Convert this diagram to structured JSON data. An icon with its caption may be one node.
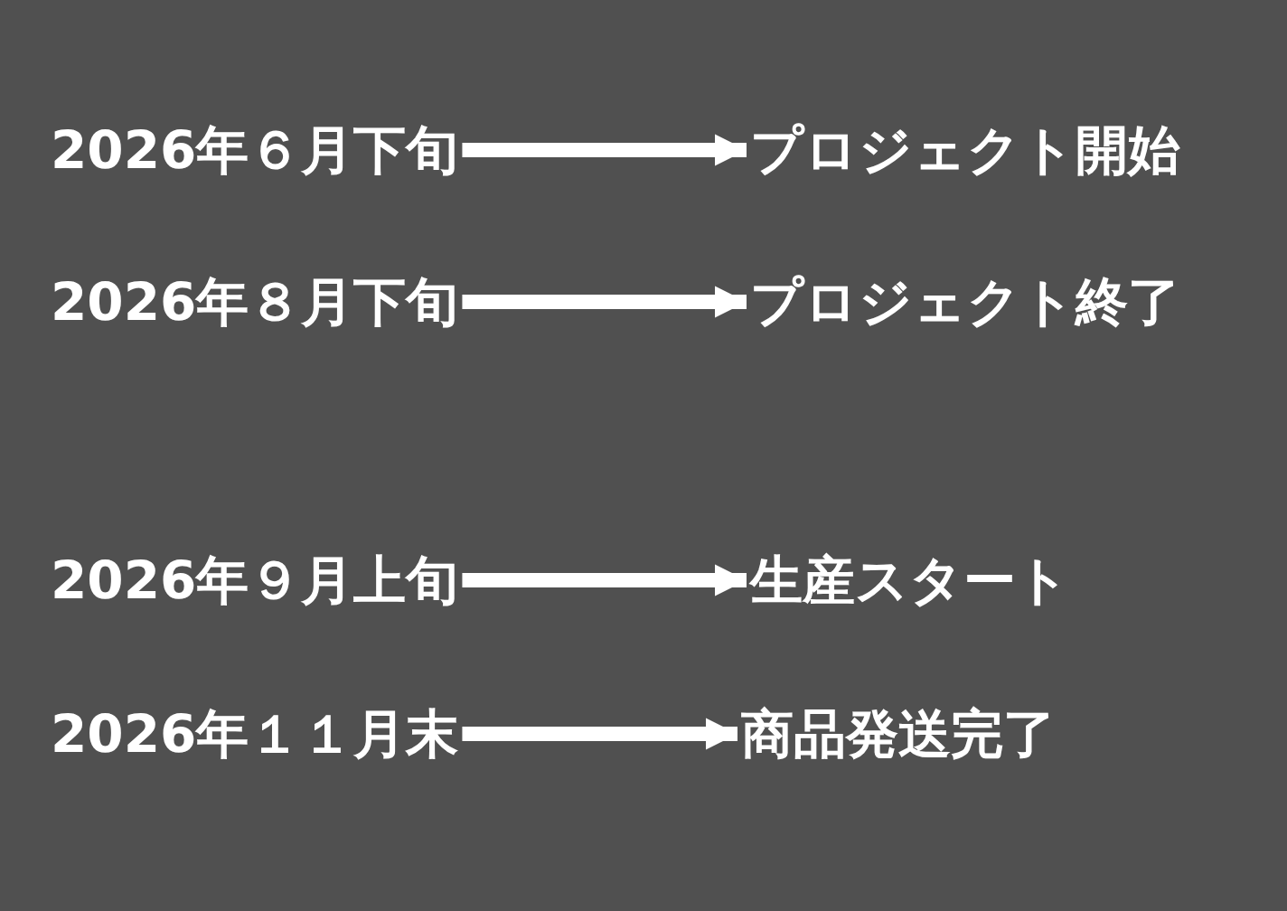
{
  "diagram": {
    "nodes": [
      {
        "text": [
          "2026年６月下旬"
        ]
      },
      {
        "text": [
          "プロジェクト開始"
        ]
      },
      {
        "text": [
          "2026年８月下旬"
        ]
      },
      {
        "text": [
          "プロジェクト終了"
        ]
      },
      {
        "text": [
          "2026年９月上旬"
        ]
      },
      {
        "text": [
          "生産スタート"
        ]
      },
      {
        "text": [
          "2026年１１月末"
        ]
      },
      {
        "text": [
          "商品発送完了"
        ]
      }
    ],
    "edges": [
      {
        "from": 0,
        "to": 1,
        "arrow": "to"
      },
      {
        "from": 2,
        "to": 3,
        "arrow": "to"
      },
      {
        "from": 4,
        "to": 5,
        "arrow": "to"
      },
      {
        "from": 6,
        "to": 7,
        "arrow": "to"
      }
    ]
  }
}
